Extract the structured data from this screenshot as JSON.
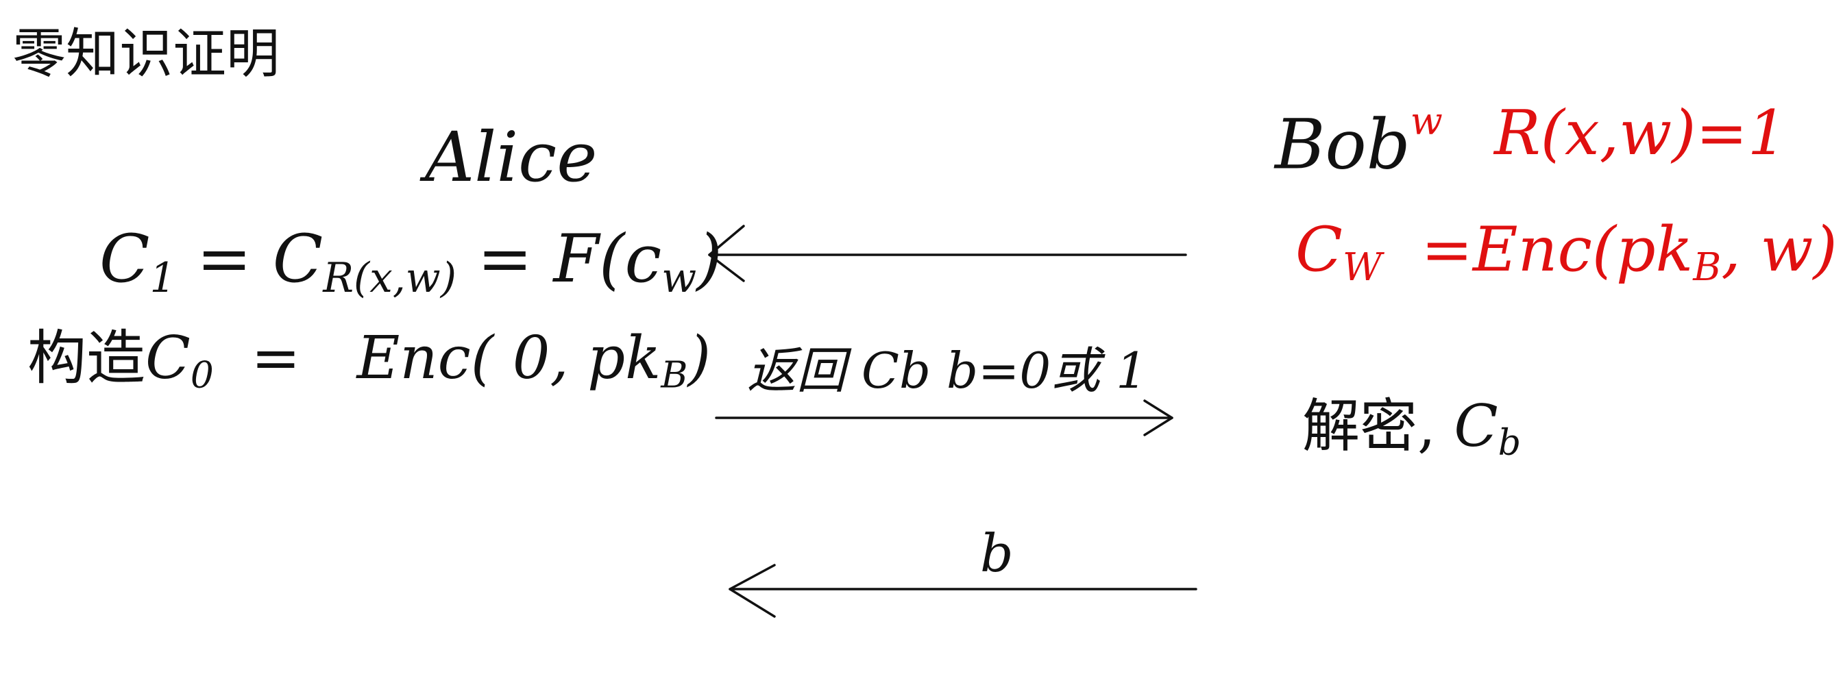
{
  "title": "零知识证明",
  "parties": {
    "alice": "Alice",
    "bob": "Bob",
    "bob_superscript": "w"
  },
  "alice_side": {
    "c1_line": {
      "lhs": "C",
      "lhs_sub": "1",
      "eq1": "=",
      "mid": "C",
      "mid_sub": "R(x,w)",
      "eq2": "=",
      "rhs": "F(c",
      "rhs_sub": "w",
      "rhs_close": ")"
    },
    "c0_line": {
      "prefix": "构造",
      "var": "C",
      "var_sub": "0",
      "eq": "=",
      "expr": "Enc( 0, pk",
      "expr_sub": "B",
      "close": ")"
    }
  },
  "bob_side": {
    "relation": "R(x,w)=1",
    "cw_line": {
      "var": "C",
      "var_sub": "W",
      "eq": "=Enc(pk",
      "sub": "B",
      "rest": ", w)"
    },
    "decrypt": {
      "label": "解密,",
      "var": "C",
      "var_sub": "b"
    }
  },
  "messages": {
    "return_label": "返回 Cb   b=0或 1",
    "b_label": "b"
  },
  "colors": {
    "ink": "#111111",
    "red_ink": "#e01010"
  }
}
